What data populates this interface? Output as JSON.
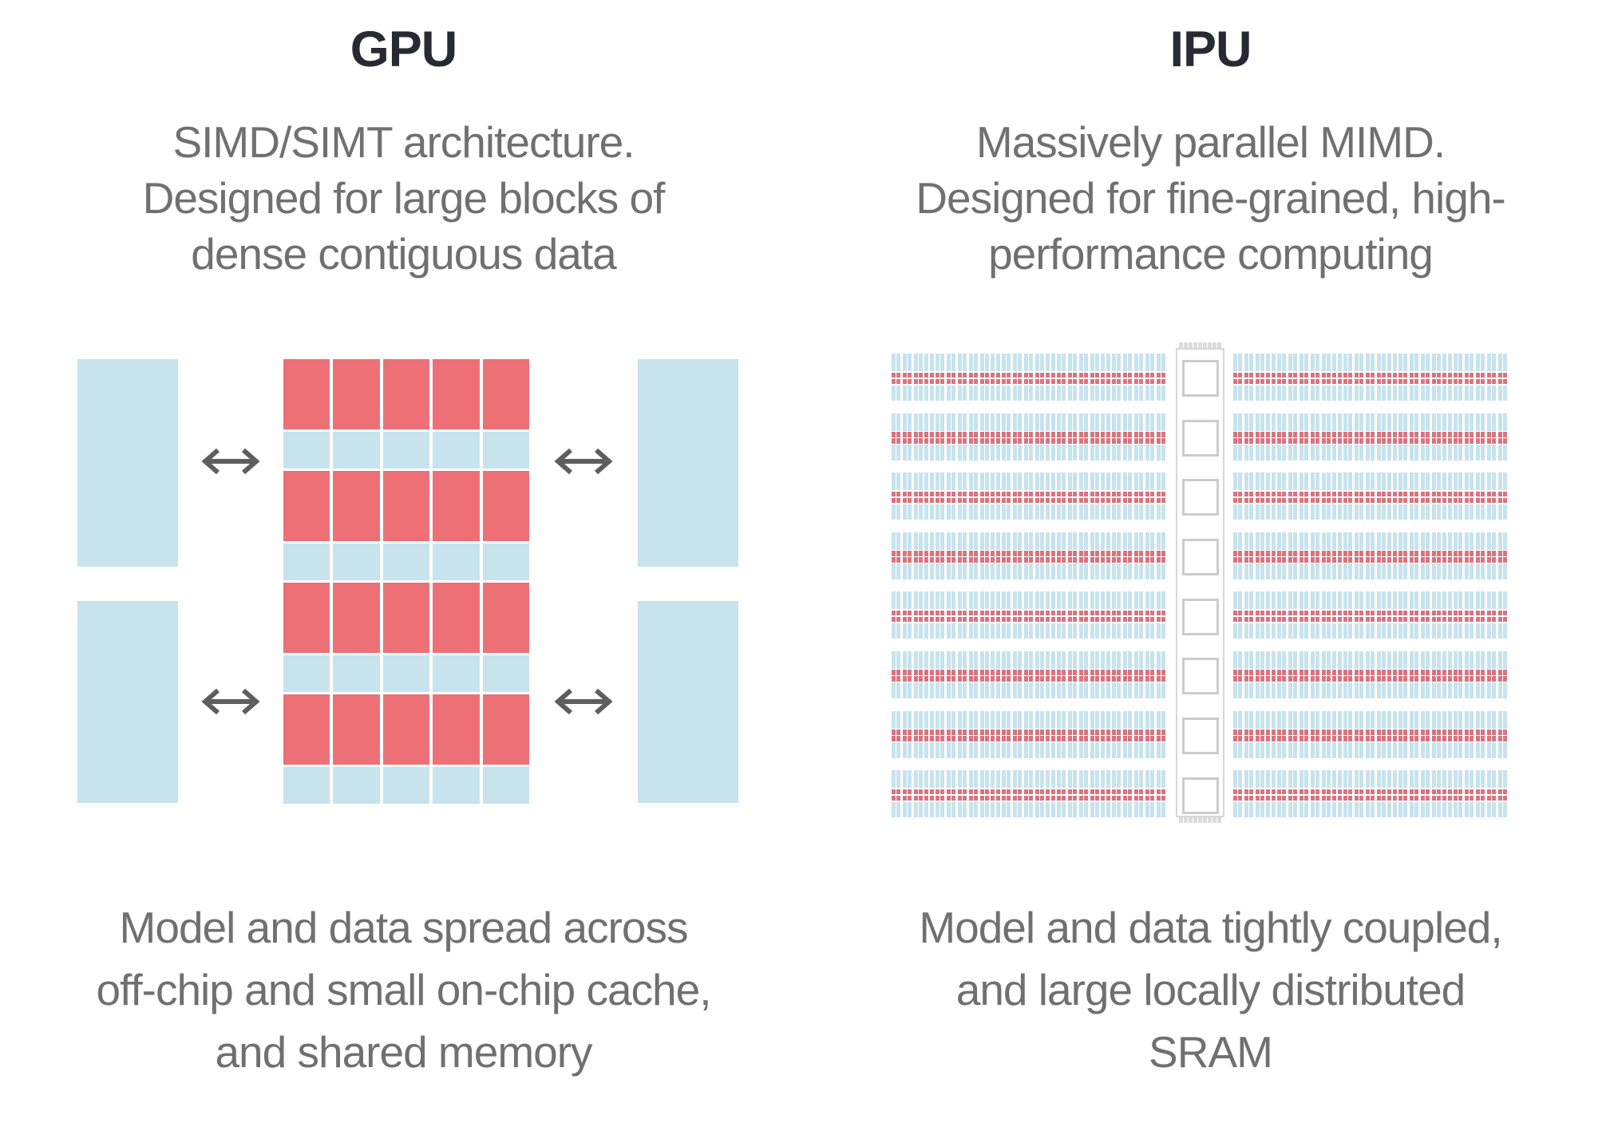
{
  "figure": {
    "background": "#ffffff",
    "kind": "architecture-comparison"
  },
  "gpu": {
    "title": "GPU",
    "subtitle_lines": [
      "SIMD/SIMT architecture.",
      "Designed for large blocks of",
      "dense contiguous data"
    ],
    "caption_lines": [
      "Model and data spread across",
      "off-chip and small on-chip cache,",
      "and shared memory"
    ],
    "diagram": {
      "row_pattern": [
        "red",
        "blue",
        "red",
        "blue",
        "red",
        "blue",
        "red",
        "blue"
      ],
      "columns": 5,
      "memory_blocks_per_side": 2,
      "arrow_icon": "double-headed-arrow",
      "arrow_count": 4
    }
  },
  "ipu": {
    "title": "IPU",
    "subtitle_lines": [
      "Massively parallel MIMD.",
      "Designed for fine-grained, high-",
      "performance computing"
    ],
    "caption_lines": [
      "Model and data tightly coupled,",
      "and large locally distributed",
      "SRAM"
    ],
    "diagram": {
      "tile_rows": 8,
      "pairs_per_row": 25,
      "slots_per_pair": 2,
      "red_bands_per_slot": 2,
      "exchange_squares": 8,
      "exchange_tabs": 9
    }
  },
  "colors": {
    "title_text": "#262a32",
    "body_text": "#707070",
    "arrow": "#5e5e5e",
    "gpu_red": "#ec7075",
    "light_blue": "#c7e3ed",
    "ipu_red": "#d8747e",
    "exchange_border": "#d7d7d7",
    "exchange_square_border": "#cccccc",
    "exchange_tab": "#dcdcdc"
  }
}
